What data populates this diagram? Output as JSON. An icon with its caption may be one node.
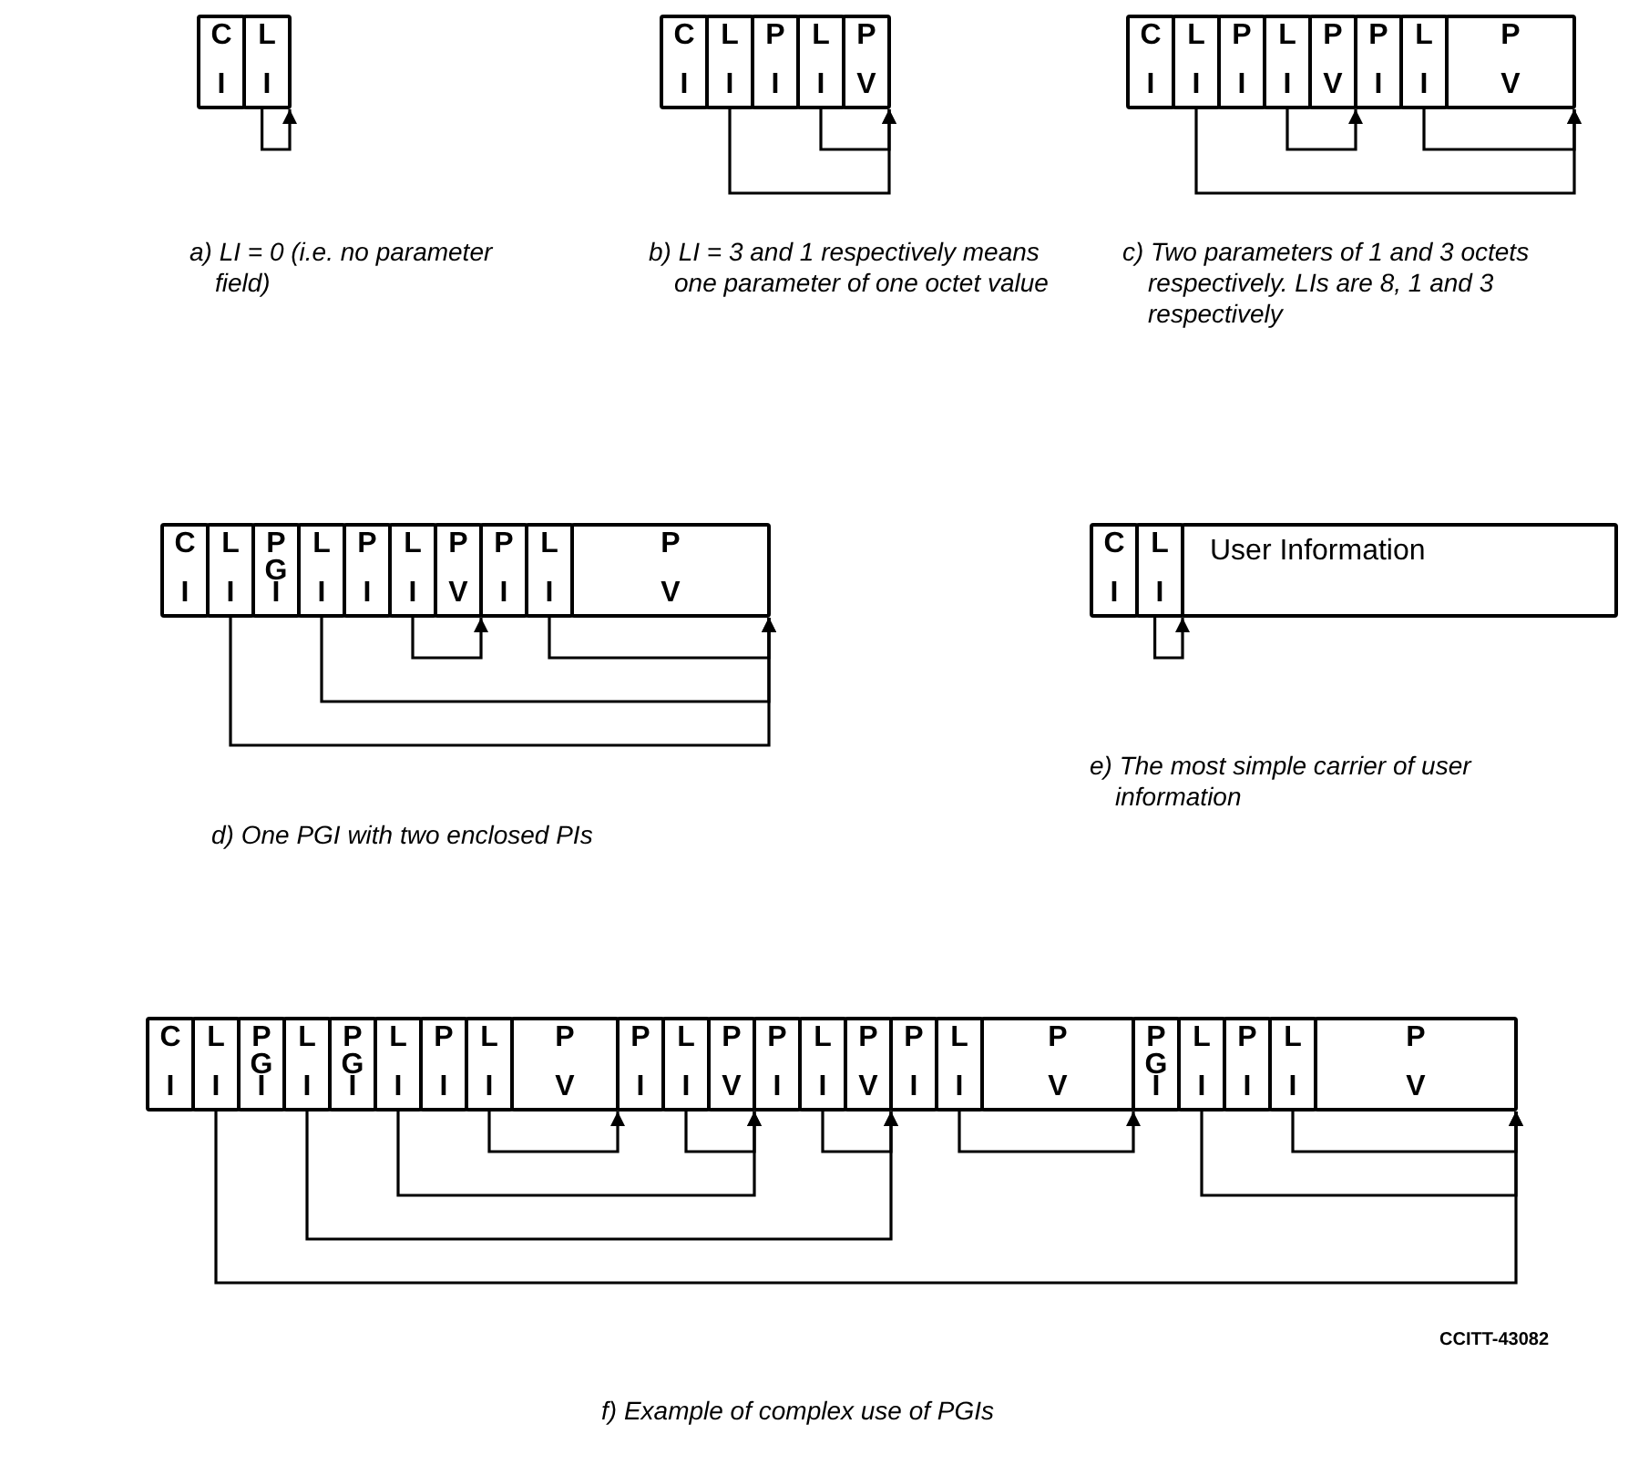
{
  "diagram": {
    "nodes": [
      {
        "text": [
          "C",
          "I"
        ]
      },
      {
        "text": [
          "L",
          "I"
        ]
      },
      {
        "text": [
          "C",
          "I"
        ]
      },
      {
        "text": [
          "L",
          "I"
        ]
      },
      {
        "text": [
          "P",
          "I"
        ]
      },
      {
        "text": [
          "L",
          "I"
        ]
      },
      {
        "text": [
          "P",
          "V"
        ]
      },
      {
        "text": [
          "C",
          "I"
        ]
      },
      {
        "text": [
          "L",
          "I"
        ]
      },
      {
        "text": [
          "P",
          "I"
        ]
      },
      {
        "text": [
          "L",
          "I"
        ]
      },
      {
        "text": [
          "P",
          "V"
        ]
      },
      {
        "text": [
          "P",
          "I"
        ]
      },
      {
        "text": [
          "L",
          "I"
        ]
      },
      {
        "text": [
          "P",
          "V"
        ]
      },
      {
        "text": [
          "C",
          "I"
        ]
      },
      {
        "text": [
          "L",
          "I"
        ]
      },
      {
        "text": [
          "P",
          "G",
          "I"
        ]
      },
      {
        "text": [
          "L",
          "I"
        ]
      },
      {
        "text": [
          "P",
          "I"
        ]
      },
      {
        "text": [
          "L",
          "I"
        ]
      },
      {
        "text": [
          "P",
          "V"
        ]
      },
      {
        "text": [
          "P",
          "I"
        ]
      },
      {
        "text": [
          "L",
          "I"
        ]
      },
      {
        "text": [
          "P",
          "V"
        ]
      },
      {
        "text": [
          "C",
          "I"
        ]
      },
      {
        "text": [
          "L",
          "I"
        ]
      },
      {
        "text": [
          "User Information"
        ]
      },
      {
        "text": [
          "C",
          "I"
        ]
      },
      {
        "text": [
          "L",
          "I"
        ]
      },
      {
        "text": [
          "P",
          "G",
          "I"
        ]
      },
      {
        "text": [
          "L",
          "I"
        ]
      },
      {
        "text": [
          "P",
          "G",
          "I"
        ]
      },
      {
        "text": [
          "L",
          "I"
        ]
      },
      {
        "text": [
          "P",
          "I"
        ]
      },
      {
        "text": [
          "L",
          "I"
        ]
      },
      {
        "text": [
          "P",
          "V"
        ]
      },
      {
        "text": [
          "P",
          "I"
        ]
      },
      {
        "text": [
          "L",
          "I"
        ]
      },
      {
        "text": [
          "P",
          "V"
        ]
      },
      {
        "text": [
          "P",
          "I"
        ]
      },
      {
        "text": [
          "L",
          "I"
        ]
      },
      {
        "text": [
          "P",
          "V"
        ]
      },
      {
        "text": [
          "P",
          "I"
        ]
      },
      {
        "text": [
          "L",
          "I"
        ]
      },
      {
        "text": [
          "P",
          "V"
        ]
      },
      {
        "text": [
          "P",
          "G",
          "I"
        ]
      },
      {
        "text": [
          "L",
          "I"
        ]
      },
      {
        "text": [
          "P",
          "I"
        ]
      },
      {
        "text": [
          "L",
          "I"
        ]
      },
      {
        "text": [
          "P",
          "V"
        ]
      }
    ],
    "edges": [
      {
        "from": 1,
        "to": 1,
        "arrow": "to"
      },
      {
        "from": 5,
        "to": 6,
        "arrow": "to"
      },
      {
        "from": 3,
        "to": 6,
        "arrow": "to"
      },
      {
        "from": 10,
        "to": 11,
        "arrow": "to"
      },
      {
        "from": 13,
        "to": 14,
        "arrow": "to"
      },
      {
        "from": 8,
        "to": 14,
        "arrow": "to"
      },
      {
        "from": 20,
        "to": 21,
        "arrow": "to"
      },
      {
        "from": 23,
        "to": 24,
        "arrow": "to"
      },
      {
        "from": 18,
        "to": 24,
        "arrow": "to"
      },
      {
        "from": 16,
        "to": 24,
        "arrow": "to"
      },
      {
        "from": 26,
        "to": 26,
        "arrow": "to"
      },
      {
        "from": 35,
        "to": 36,
        "arrow": "to"
      },
      {
        "from": 38,
        "to": 39,
        "arrow": "to"
      },
      {
        "from": 41,
        "to": 42,
        "arrow": "to"
      },
      {
        "from": 44,
        "to": 45,
        "arrow": "to"
      },
      {
        "from": 49,
        "to": 50,
        "arrow": "to"
      },
      {
        "from": 33,
        "to": 39,
        "arrow": "to"
      },
      {
        "from": 47,
        "to": 50,
        "arrow": "to"
      },
      {
        "from": 31,
        "to": 42,
        "arrow": "to"
      },
      {
        "from": 29,
        "to": 50,
        "arrow": "to"
      }
    ],
    "labels": [
      "a) LI = 0 (i.e. no parameter field)",
      "b) LI = 3 and 1 respectively means one parameter of one octet value",
      "c) Two parameters of 1 and 3 octets respectively. LIs are 8, 1 and 3 respectively",
      "d) One PGI with two enclosed PIs",
      "e) The most simple carrier of user information",
      "CCITT-43082",
      "f) Example of complex use of PGIs"
    ]
  }
}
